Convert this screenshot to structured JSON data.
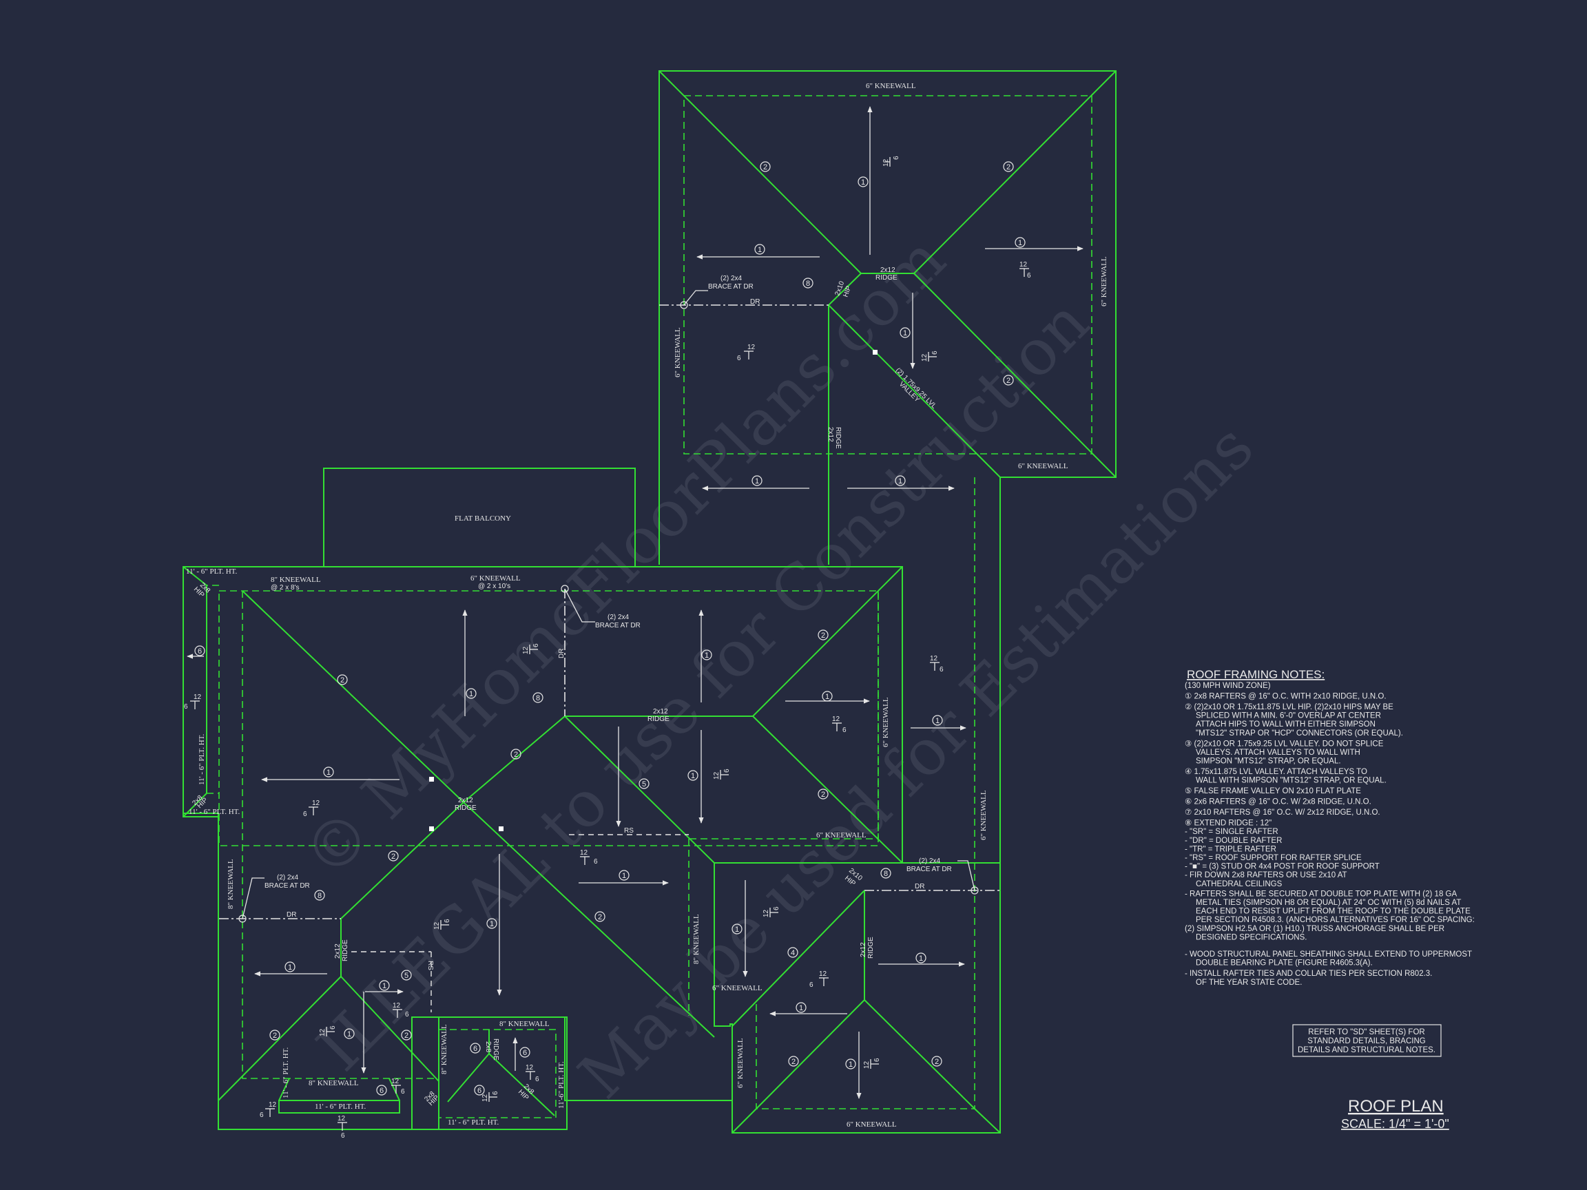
{
  "colors": {
    "background": "#252a3e",
    "walls": "#33e033",
    "text": "#e6e6e6"
  },
  "watermark": {
    "line1": "© MyHomeFloorPlans.com",
    "line2": "ILLEGAL to use for Construction",
    "line3": "May be used for Estimations"
  },
  "labels": {
    "kneewall_6": "6\" KNEEWALL",
    "kneewall_8": "8\" KNEEWALL",
    "kneewall_6_2x10": "6\" KNEEWALL",
    "kneewall_2x10_sub": "@ 2 x 10's",
    "kneewall_8_2x8": "8\" KNEEWALL",
    "kneewall_2x8_sub": "@ 2 x 8's",
    "plt_ht": "11' - 6\" PLT. HT.",
    "plt_ht_short": "11'-6\" PLT. HT.",
    "flat_balcony": "FLAT BALCONY",
    "ridge_2x12": "2x12",
    "ridge_word": "RIDGE",
    "hip_2x10": "2x10",
    "hip_word": "HIP",
    "ridge_2x8": "2x8",
    "valley_lvl": "(2) 1.75x9.25 LVL",
    "valley_word": "VALLEY",
    "brace_top": "(2) 2x4",
    "brace_bottom": "BRACE AT DR",
    "dr": "DR",
    "rs": "RS",
    "pitch_rise": "12",
    "pitch_run": "6"
  },
  "notes": {
    "title": "ROOF FRAMING NOTES:",
    "items": [
      "(130 MPH WIND ZONE)",
      "① 2x8 RAFTERS @ 16\" O.C. WITH 2x10 RIDGE, U.N.O.",
      "② (2)2x10 OR 1.75x11.875 LVL HIP.  (2)2x10 HIPS MAY BE",
      "SPLICED WITH A MIN. 6'-0\" OVERLAP AT CENTER",
      "ATTACH HIPS TO WALL WITH EITHER SIMPSON",
      "\"MTS12\" STRAP OR \"HCP\" CONNECTORS (OR EQUAL).",
      "③ (2)2x10 OR 1.75x9.25 LVL VALLEY.  DO NOT SPLICE",
      "VALLEYS.  ATTACH VALLEYS TO WALL WITH",
      "SIMPSON \"MTS12\" STRAP, OR EQUAL.",
      "④ 1.75x11.875 LVL VALLEY.  ATTACH VALLEYS TO",
      "WALL WITH SIMPSON \"MTS12\" STRAP, OR EQUAL.",
      "⑤ FALSE FRAME VALLEY ON 2x10 FLAT PLATE",
      "⑥ 2x6 RAFTERS @ 16\" O.C. W/ 2x8 RIDGE, U.N.O.",
      "⑦ 2x10 RAFTERS @ 16\" O.C. W/ 2x12 RIDGE, U.N.O.",
      "⑧ EXTEND RIDGE : 12\"",
      "-  \"SR\" = SINGLE RAFTER",
      "-  \"DR\" = DOUBLE RAFTER",
      "-  \"TR\" = TRIPLE RAFTER",
      "-  \"RS\" = ROOF SUPPORT FOR RAFTER SPLICE",
      "-  \"■\" = (3) STUD OR 4x4 POST FOR ROOF SUPPORT",
      "-  FIR DOWN 2x8 RAFTERS OR USE 2x10 AT",
      "CATHEDRAL CEILINGS",
      "-  RAFTERS SHALL BE SECURED AT DOUBLE TOP PLATE WITH (2) 18 GA",
      "METAL TIES (SIMPSON H8 OR EQUAL) AT 24\" OC WITH (5) 8d NAILS AT",
      "EACH END TO RESIST UPLIFT FROM THE ROOF TO THE DOUBLE PLATE",
      "PER SECTION R4508.3. (ANCHORS ALTERNATIVES FOR 16\" OC SPACING:",
      "(2) SIMPSON H2.5A OR (1) H10.) TRUSS ANCHORAGE SHALL BE PER",
      "DESIGNED SPECIFICATIONS.",
      "-  WOOD STRUCTURAL PANEL SHEATHING SHALL EXTEND TO UPPERMOST",
      "DOUBLE BEARING PLATE (FIGURE R4605.3(A).",
      "-  INSTALL RAFTER TIES AND COLLAR TIES PER SECTION R802.3.",
      "OF THE YEAR STATE CODE."
    ]
  },
  "refer_box": [
    "REFER TO \"SD\" SHEET(S) FOR",
    "STANDARD DETAILS, BRACING",
    "DETAILS AND STRUCTURAL NOTES."
  ],
  "title": {
    "name": "ROOF PLAN",
    "scale": "SCALE: 1/4\" = 1'-0\""
  },
  "callouts": {
    "n1": "1",
    "n2": "2",
    "n4": "4",
    "n5": "5",
    "n6": "6",
    "n8": "8"
  }
}
